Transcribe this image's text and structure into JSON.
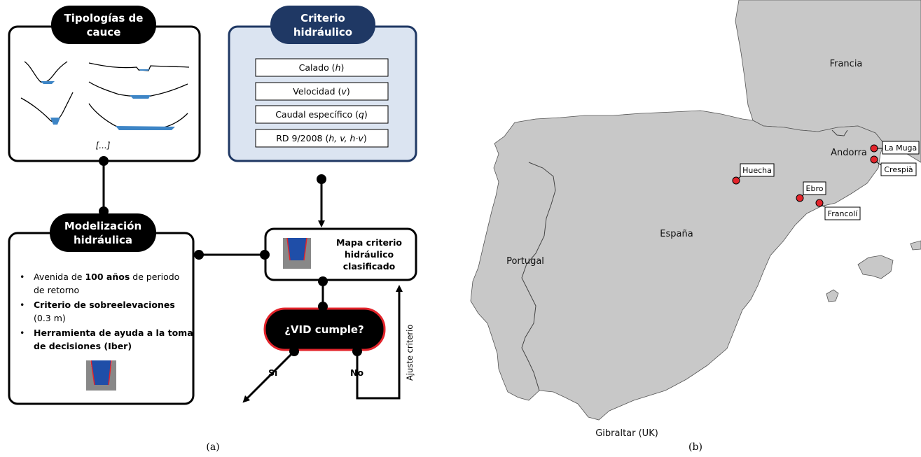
{
  "panel_a": {
    "tipologias": {
      "title_l1": "Tipologías de",
      "title_l2": "cauce",
      "ellipsis": "[...]"
    },
    "criterio": {
      "title_l1": "Criterio",
      "title_l2": "hidráulico",
      "items": [
        {
          "pre": "Calado (",
          "var": "h",
          "post": ")"
        },
        {
          "pre": "Velocidad (",
          "var": "v",
          "post": ")"
        },
        {
          "pre": "Caudal específico (",
          "var": "q",
          "post": ")"
        },
        {
          "pre": "RD 9/2008 (",
          "var": "h, v, h·v",
          "post": ")"
        }
      ]
    },
    "modelizacion": {
      "title_l1": "Modelización",
      "title_l2": "hidráulica",
      "bullet1_a": "Avenida de ",
      "bullet1_b": "100 años",
      "bullet1_c": " de periodo",
      "bullet1_d": "de retorno",
      "bullet2_a": "Criterio de sobreelevaciones",
      "bullet2_b": "(0.3 m)",
      "bullet3_a": "Herramienta de ayuda a la toma",
      "bullet3_b": "de decisiones (Iber)"
    },
    "mapa": {
      "l1": "Mapa criterio",
      "l2": "hidráulico",
      "l3": "clasificado"
    },
    "decision": {
      "label": "¿VID cumple?",
      "yes": "Sí",
      "no": "No",
      "adjust": "Ajuste criterio"
    },
    "caption": "(a)"
  },
  "panel_b": {
    "countries": [
      "Francia",
      "Andorra",
      "España",
      "Portugal",
      "Gibraltar (UK)"
    ],
    "rivers": [
      "La Muga",
      "Crespià",
      "Huecha",
      "Ebro",
      "Francolí"
    ],
    "caption": "(b)"
  },
  "colors": {
    "criterio_fill": "#dbe4f1",
    "criterio_border": "#1f3864",
    "decision_border": "#e3242b",
    "map_land": "#c8c8c8",
    "map_sea": "#ffffff",
    "marker": "#e3242b",
    "water": "#3d85c6"
  }
}
